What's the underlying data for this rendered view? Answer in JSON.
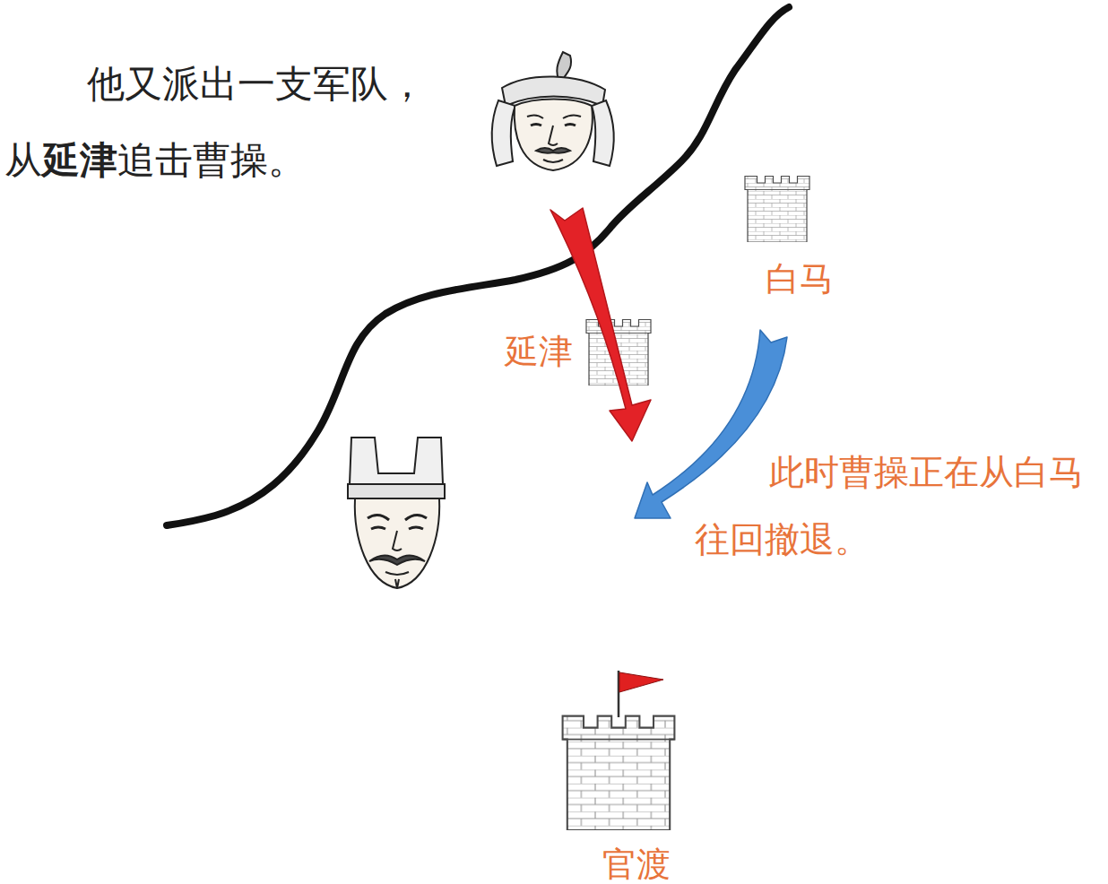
{
  "diagram": {
    "labels": [
      "他又派出一支军队， 从延津追击曹操。",
      "白马",
      "延津",
      "此时曹操正在从白马 往回撤退。",
      "官渡"
    ]
  }
}
